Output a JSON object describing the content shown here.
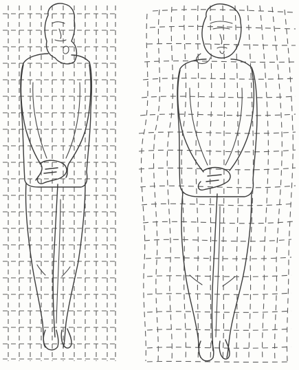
{
  "figure": {
    "panels": [
      {
        "id": "left",
        "grid": "regular"
      },
      {
        "id": "right",
        "grid": "distorted"
      }
    ],
    "colors": {
      "background": "#fdfdfb",
      "outline": "#3a3a3a",
      "grid": "#5a5a5a"
    }
  }
}
